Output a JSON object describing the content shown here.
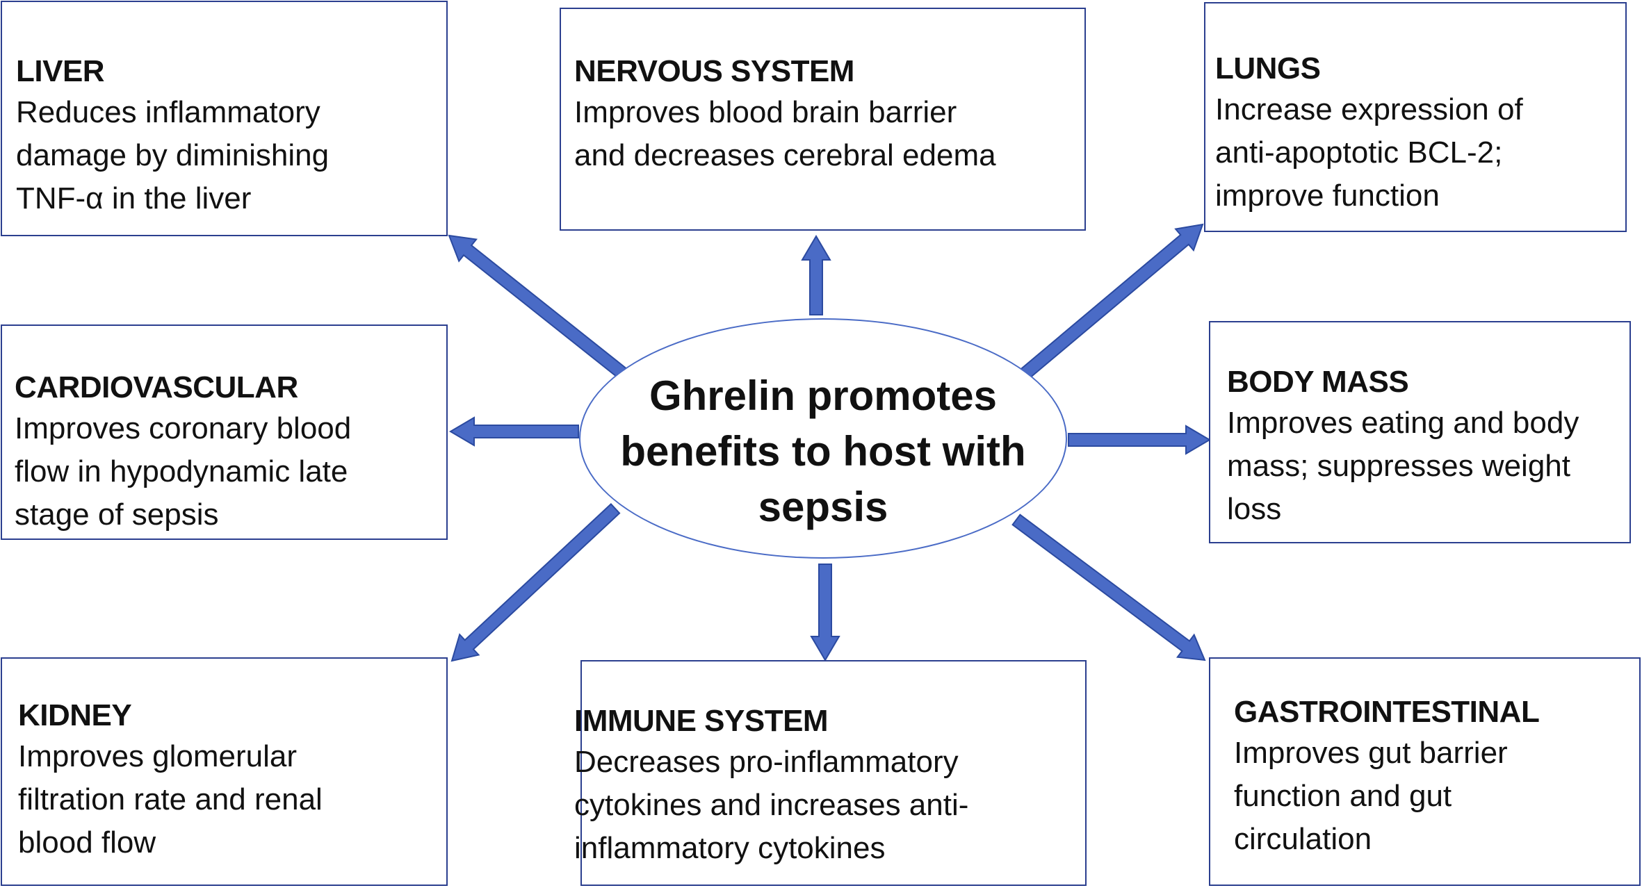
{
  "center": {
    "lines": [
      "Ghrelin promotes",
      "benefits to host with",
      "sepsis"
    ]
  },
  "boxes": [
    {
      "id": "liver",
      "title": "LIVER",
      "lines": [
        "Reduces inflammatory",
        "damage by diminishing",
        "TNF-α  in the liver"
      ]
    },
    {
      "id": "nervous",
      "title": "NERVOUS SYSTEM",
      "lines": [
        "Improves blood brain barrier",
        "and decreases cerebral  edema"
      ]
    },
    {
      "id": "lungs",
      "title": "LUNGS",
      "lines": [
        "Increase expression of",
        "anti-apoptotic BCL-2;",
        "improve function"
      ]
    },
    {
      "id": "cardio",
      "title": "CARDIOVASCULAR",
      "lines": [
        "Improves coronary blood",
        "flow in hypodynamic late",
        "stage of sepsis"
      ]
    },
    {
      "id": "body",
      "title": "BODY MASS",
      "lines": [
        "Improves eating and body",
        "mass; suppresses  weight",
        "loss"
      ]
    },
    {
      "id": "kidney",
      "title": "KIDNEY",
      "lines": [
        "Improves glomerular",
        "filtration  rate and renal",
        "blood flow"
      ]
    },
    {
      "id": "immune",
      "title": "IMMUNE SYSTEM",
      "lines": [
        "Decreases pro-inflammatory",
        "cytokines and increases anti-",
        "inflammatory cytokines"
      ]
    },
    {
      "id": "gi",
      "title": "GASTROINTESTINAL",
      "lines": [
        "Improves gut barrier",
        "function and gut",
        "circulation"
      ]
    }
  ],
  "colors": {
    "arrow": "#4a6bc6",
    "arrow_outline": "#2b4aa0",
    "box_border": "#2b3f8f",
    "ellipse_border": "#4a6bc6"
  }
}
